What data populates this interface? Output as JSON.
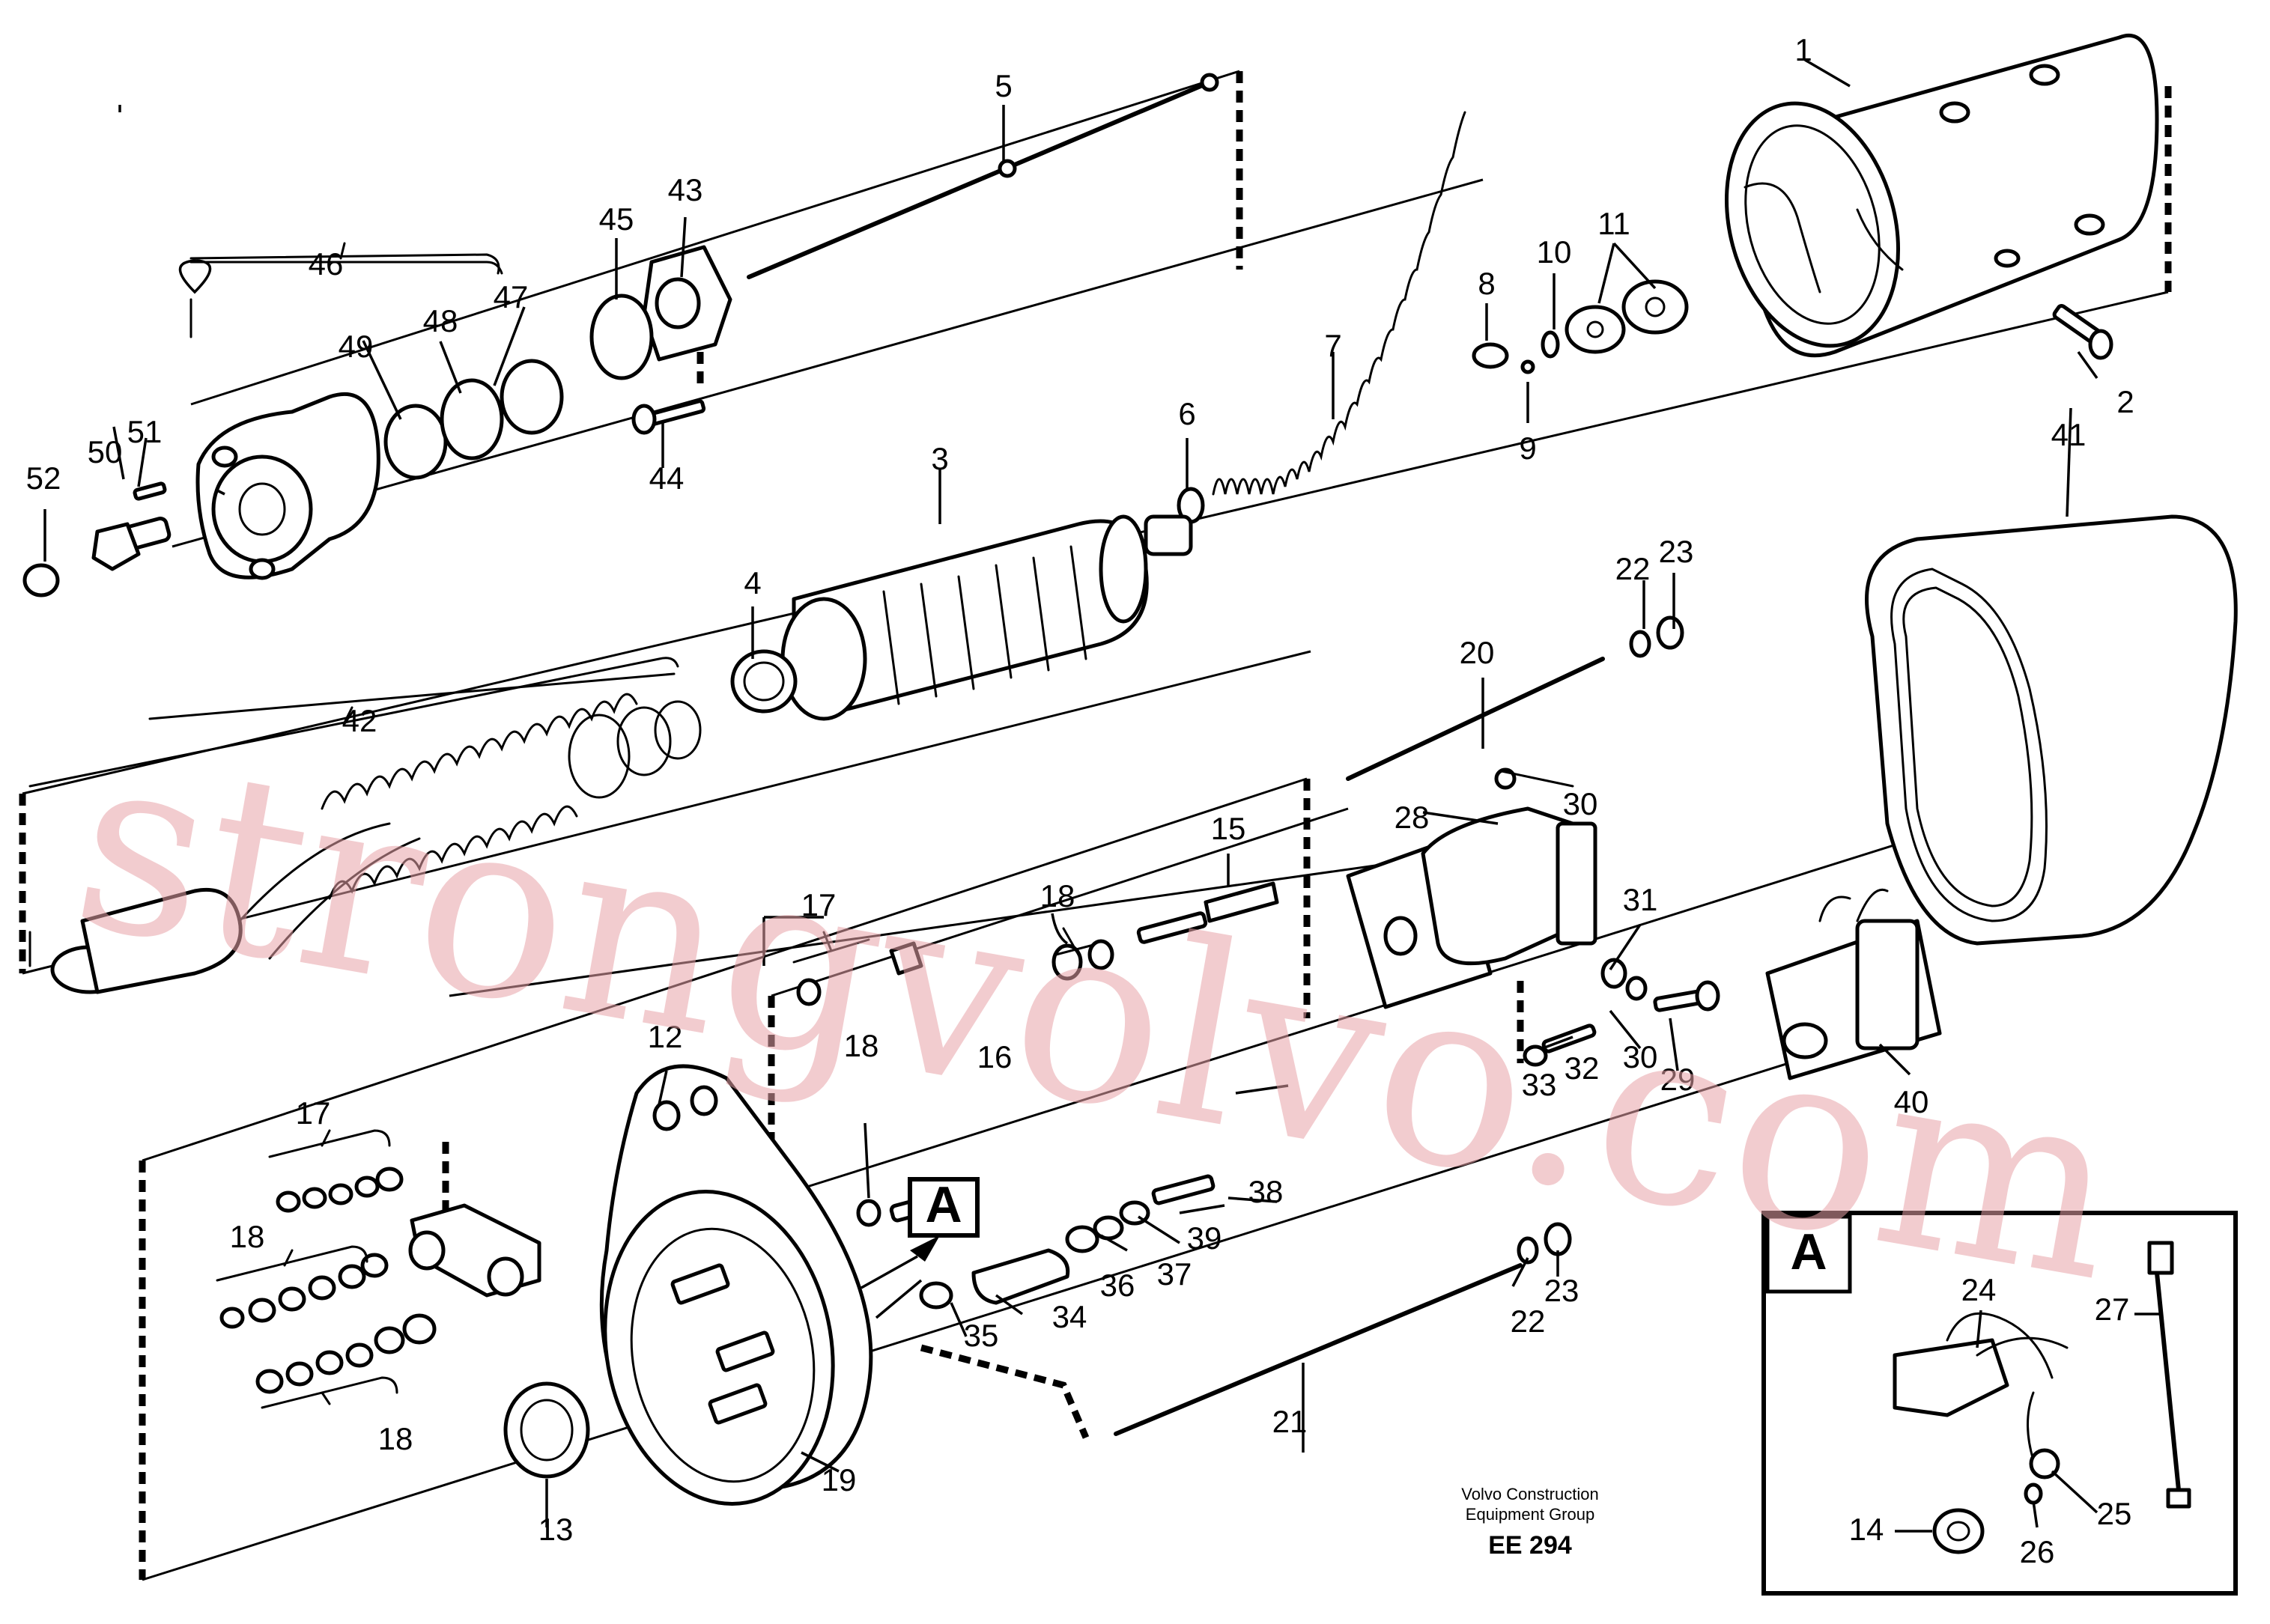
{
  "diagram": {
    "part_numbers": [
      "1",
      "2",
      "3",
      "4",
      "5",
      "6",
      "7",
      "8",
      "9",
      "10",
      "11",
      "12",
      "13",
      "14",
      "15",
      "16",
      "17",
      "18",
      "19",
      "20",
      "21",
      "22",
      "23",
      "24",
      "25",
      "26",
      "27",
      "28",
      "29",
      "30",
      "31",
      "32",
      "33",
      "34",
      "35",
      "36",
      "37",
      "38",
      "39",
      "40",
      "41",
      "42",
      "43",
      "44",
      "45",
      "46",
      "47",
      "48",
      "49",
      "50",
      "51",
      "52"
    ],
    "detail": {
      "label": "A",
      "inset_label": "A"
    },
    "caption": {
      "line1": "Volvo Construction",
      "line2": "Equipment Group",
      "code": "EE 294"
    },
    "watermark": "strongvolvo.com",
    "colors": {
      "line": "#000000",
      "background": "#ffffff",
      "watermark": "#e8a3a8"
    }
  }
}
